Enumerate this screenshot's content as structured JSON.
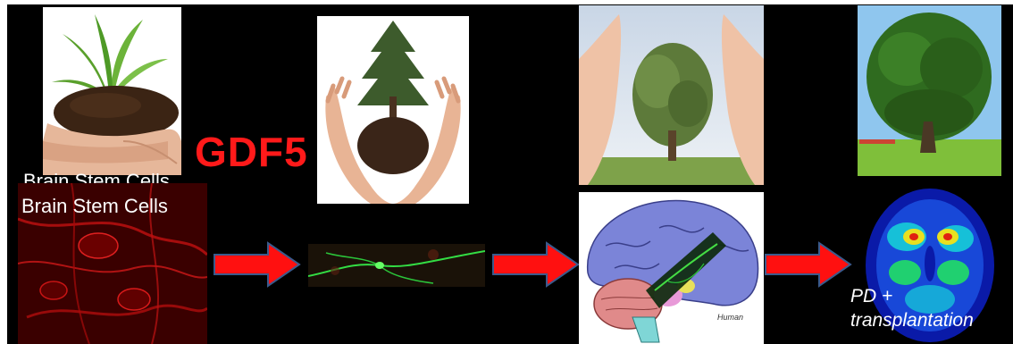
{
  "labels": {
    "stem_cells_top": "Brain Stem Cells",
    "stem_cells": "Brain Stem Cells",
    "gdf5": "GDF5",
    "brain_caption": "Human",
    "pd_line1": "PD +",
    "pd_line2": "transplantation"
  },
  "colors": {
    "background": "#000000",
    "gdf5_text": "#ff1a1a",
    "arrow_fill": "#ff1010",
    "arrow_stroke": "#3a5a8c",
    "neuron_green": "#33dd44",
    "stem_cell_red": "#a00000"
  },
  "images": [
    "seedling-in-hands",
    "sapling-in-cupped-hands",
    "tree-between-hands",
    "mature-oak-tree",
    "red-stem-cell-culture",
    "green-neuron",
    "brain-illustration",
    "pet-brain-scan"
  ]
}
